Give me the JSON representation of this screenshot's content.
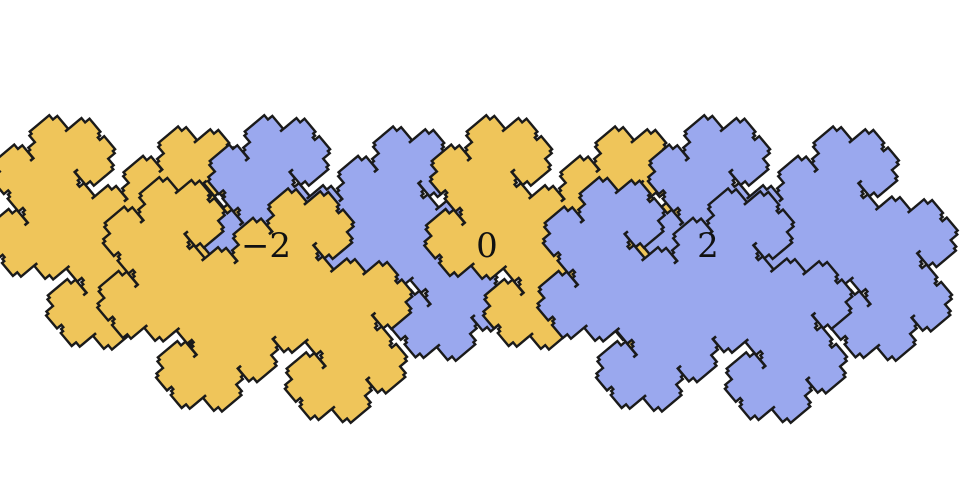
{
  "colors": {
    "background": "#ffffff",
    "gold": "#efc55a",
    "blue": "#9aa8ee",
    "outline": "#1a1a1a"
  },
  "labels": [
    "−2",
    "0",
    "2"
  ],
  "tiles": [
    {
      "name": "gold-tile-1",
      "color": "gold",
      "label": "−2"
    },
    {
      "name": "blue-tile-1",
      "color": "blue",
      "label": "−2"
    },
    {
      "name": "gold-tile-2",
      "color": "gold",
      "label": "0"
    },
    {
      "name": "blue-tile-2",
      "color": "blue",
      "label": "0"
    },
    {
      "name": "gold-tile-3",
      "color": "gold",
      "label": "2"
    },
    {
      "name": "blue-tile-3",
      "color": "blue",
      "label": "2"
    }
  ]
}
